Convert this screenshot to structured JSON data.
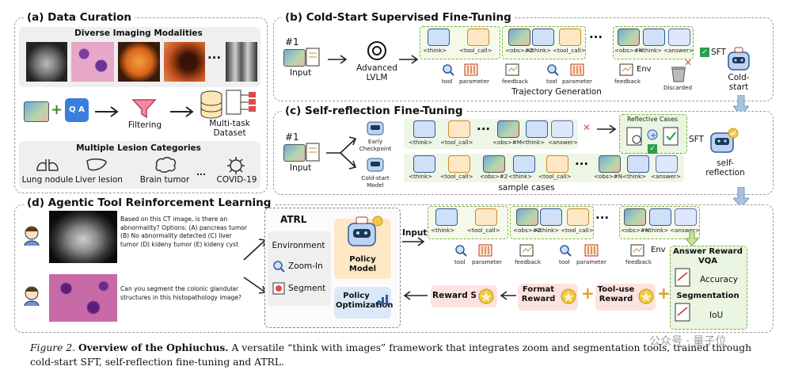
{
  "panel_a": {
    "title": "(a) Data Curation",
    "modalities_title": "Diverse Imaging Modalities",
    "filtering": "Filtering",
    "dataset": "Multi-task\nDataset",
    "lesions_title": "Multiple Lesion Categories",
    "lesions": [
      "Lung nodule",
      "Liver lesion",
      "Brain tumor",
      "...",
      "COVID-19"
    ],
    "qa_icon": "Q A"
  },
  "panel_b": {
    "title": "(b) Cold-Start Supervised Fine-Tuning",
    "input_num": "#1",
    "input": "Input",
    "model": "Advanced\nLVLM",
    "tokens": [
      "<think>",
      "<tool_call>",
      "<obs>#2",
      "<think>",
      "<tool_call>",
      "<obs>#N",
      "<think>",
      "<answer>"
    ],
    "tools": [
      "tool",
      "parameter",
      "feedback",
      "tool",
      "parameter",
      "feedback"
    ],
    "env": "Env",
    "trajectory": "Trajectory Generation",
    "discarded": "Discarded",
    "sft": "SFT",
    "output": "Cold-\nstart"
  },
  "panel_c": {
    "title": "(c) Self-reflection Fine-Tuning",
    "input_num": "#1",
    "input": "Input",
    "early": "Early\nCheckpoint",
    "coldstart": "Cold-start\nModel",
    "row1": [
      "<think>",
      "<tool_call>",
      "<obs>#M",
      "<think>",
      "<answer>"
    ],
    "row2": [
      "<think>",
      "<tool_call>",
      "<obs>#2",
      "<think>",
      "<tool_call>",
      "<obs>#N",
      "<think>",
      "<answer>"
    ],
    "reflective": "Reflective Cases",
    "sample": "sample cases",
    "sft": "SFT",
    "output": "self-\nreflection"
  },
  "panel_d": {
    "title": "(d) Agentic Tool Reinforcement Learning",
    "q1": "Based on this CT image, is there an abnormality? Options: (A) pancreas tumor (B) No abnormality detected (C) liver tumor (D) kideny tumor (E) kideny cyst",
    "q2": "Can you segment the colonic glandular structures in this histopathology image?",
    "atrl": "ATRL",
    "environment": "Environment",
    "zoom": "Zoom-In",
    "segment": "Segment",
    "policy_model": "Policy\nModel",
    "policy_opt": "Policy\nOptimization",
    "input": "Input",
    "tokens": [
      "<think>",
      "<tool_call>",
      "<obs>#2",
      "<think>",
      "<tool_call>",
      "<obs>#N",
      "<think>",
      "<answer>"
    ],
    "tools": [
      "tool",
      "parameter",
      "feedback",
      "tool",
      "parameter",
      "feedback"
    ],
    "env": "Env",
    "answer_reward": "Answer Reward",
    "vqa": "VQA",
    "accuracy": "Accuracy",
    "segmentation": "Segmentation",
    "iou": "IoU",
    "reward_s": "Reward S",
    "format_reward": "Format\nReward",
    "tooluse_reward": "Tool-use\nReward",
    "plus": "+"
  },
  "caption": {
    "prefix": "Figure 2.",
    "bold": "Overview of the Ophiuchus.",
    "rest": " A versatile “think with images” framework that integrates zoom and segmentation tools, trained through cold-start SFT, self-reflection fine-tuning and ATRL."
  },
  "watermark": "公众号 · 量子位",
  "colors": {
    "blue": "#2d5c9c",
    "orange": "#d08a24",
    "green": "#7fb03f",
    "red": "#d9534f",
    "pink": "#fde3df"
  }
}
